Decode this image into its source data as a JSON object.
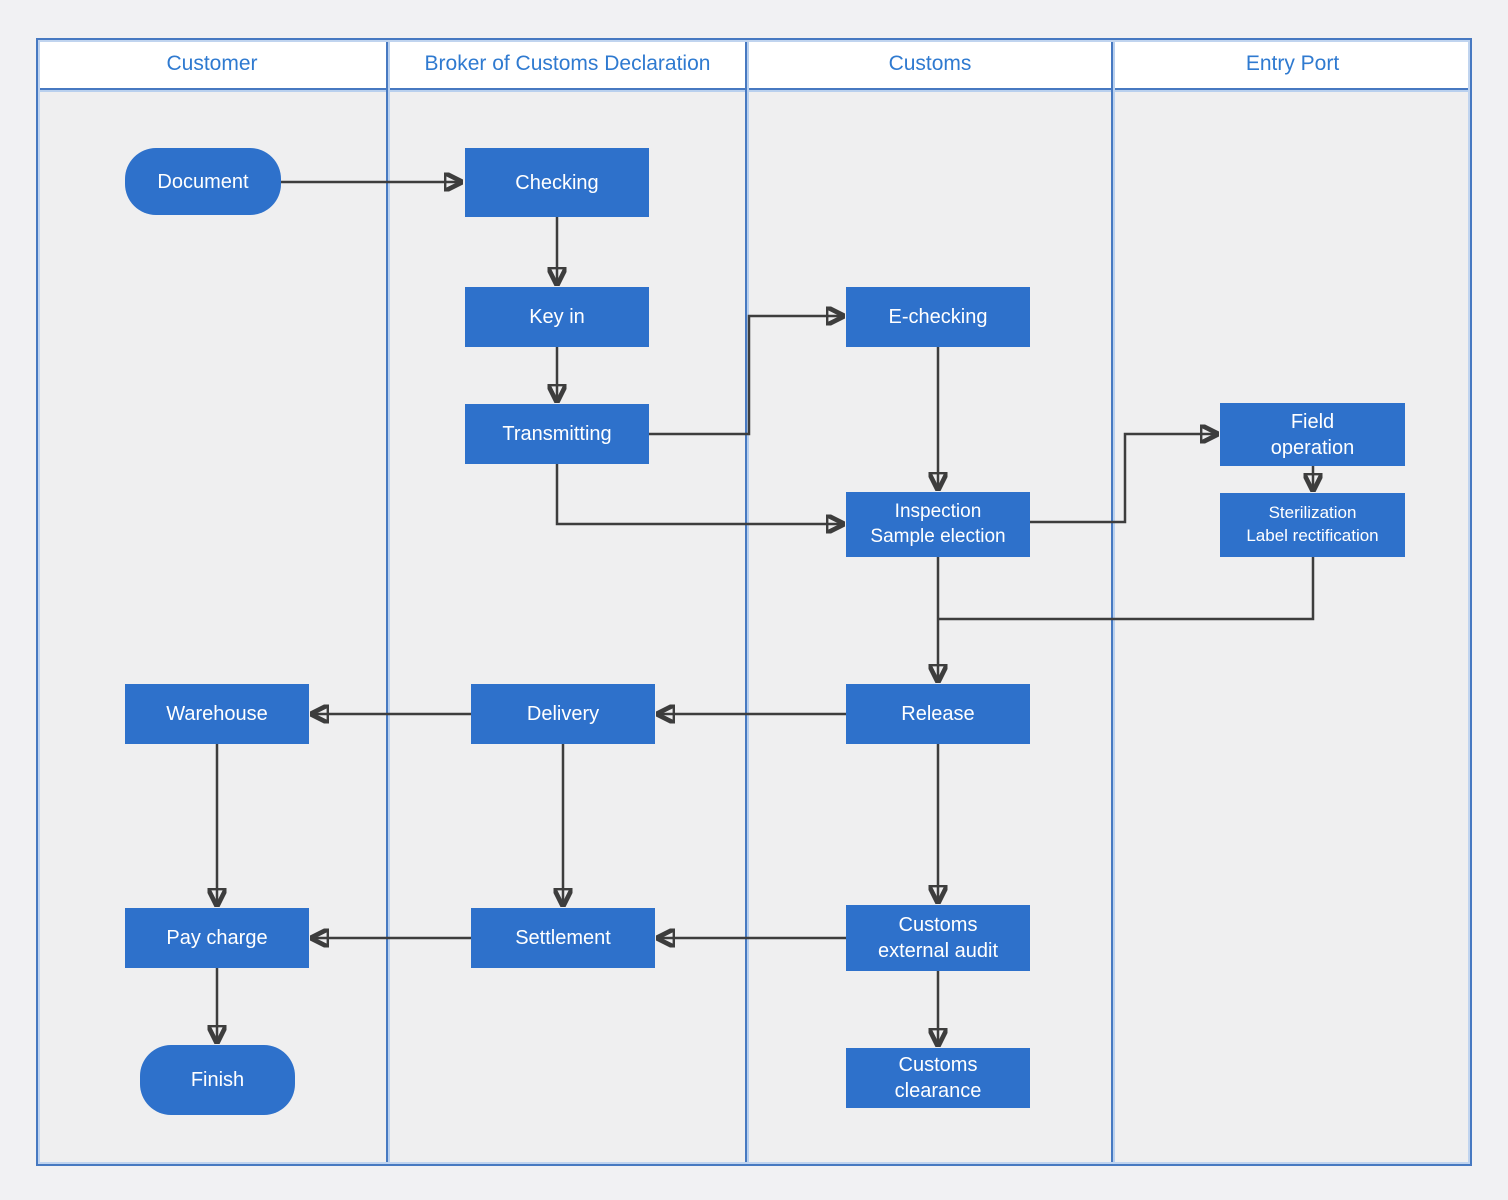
{
  "diagram": {
    "type": "swimlane-flowchart",
    "lanes": [
      {
        "label": "Customer"
      },
      {
        "label": "Broker of Customs Declaration"
      },
      {
        "label": "Customs"
      },
      {
        "label": "Entry Port"
      }
    ],
    "nodes": {
      "document": {
        "label": "Document",
        "shape": "terminator",
        "lane": "Customer"
      },
      "checking": {
        "label": "Checking",
        "shape": "process",
        "lane": "Broker of Customs Declaration"
      },
      "key_in": {
        "label": "Key in",
        "shape": "process",
        "lane": "Broker of Customs Declaration"
      },
      "transmitting": {
        "label": "Transmitting",
        "shape": "process",
        "lane": "Broker of Customs Declaration"
      },
      "e_checking": {
        "label": "E-checking",
        "shape": "process",
        "lane": "Customs"
      },
      "inspection": {
        "label": "Inspection\nSample election",
        "shape": "process",
        "lane": "Customs"
      },
      "field_operation": {
        "label": "Field\noperation",
        "shape": "process",
        "lane": "Entry Port"
      },
      "sterilization": {
        "label": "Sterilization\nLabel rectification",
        "shape": "process",
        "lane": "Entry Port"
      },
      "warehouse": {
        "label": "Warehouse",
        "shape": "process",
        "lane": "Customer"
      },
      "delivery": {
        "label": "Delivery",
        "shape": "process",
        "lane": "Broker of Customs Declaration"
      },
      "release": {
        "label": "Release",
        "shape": "process",
        "lane": "Customs"
      },
      "pay_charge": {
        "label": "Pay charge",
        "shape": "process",
        "lane": "Customer"
      },
      "settlement": {
        "label": "Settlement",
        "shape": "process",
        "lane": "Broker of Customs Declaration"
      },
      "customs_external_audit": {
        "label": "Customs\nexternal audit",
        "shape": "process",
        "lane": "Customs"
      },
      "finish": {
        "label": "Finish",
        "shape": "terminator",
        "lane": "Customer"
      },
      "customs_clearance": {
        "label": "Customs\nclearance",
        "shape": "process",
        "lane": "Customs"
      }
    },
    "edges": [
      {
        "from": "document",
        "to": "checking"
      },
      {
        "from": "checking",
        "to": "key_in"
      },
      {
        "from": "key_in",
        "to": "transmitting"
      },
      {
        "from": "transmitting",
        "to": "e_checking"
      },
      {
        "from": "e_checking",
        "to": "inspection"
      },
      {
        "from": "transmitting",
        "to": "inspection"
      },
      {
        "from": "inspection",
        "to": "field_operation"
      },
      {
        "from": "field_operation",
        "to": "sterilization"
      },
      {
        "from": "sterilization",
        "to": "release"
      },
      {
        "from": "inspection",
        "to": "release"
      },
      {
        "from": "release",
        "to": "delivery"
      },
      {
        "from": "delivery",
        "to": "warehouse"
      },
      {
        "from": "warehouse",
        "to": "pay_charge"
      },
      {
        "from": "delivery",
        "to": "settlement"
      },
      {
        "from": "release",
        "to": "customs_external_audit"
      },
      {
        "from": "customs_external_audit",
        "to": "settlement"
      },
      {
        "from": "settlement",
        "to": "pay_charge"
      },
      {
        "from": "pay_charge",
        "to": "finish"
      },
      {
        "from": "customs_external_audit",
        "to": "customs_clearance"
      }
    ],
    "colors": {
      "node_fill": "#2e71cb",
      "node_text": "#ffffff",
      "lane_border": "#4779c1",
      "lane_border_accent": "#b9d0ee",
      "header_text": "#2f7ad0",
      "header_bg": "#ffffff",
      "body_bg": "#efeff0",
      "page_bg": "#f1f1f3",
      "connector": "#3d3d3d"
    }
  }
}
